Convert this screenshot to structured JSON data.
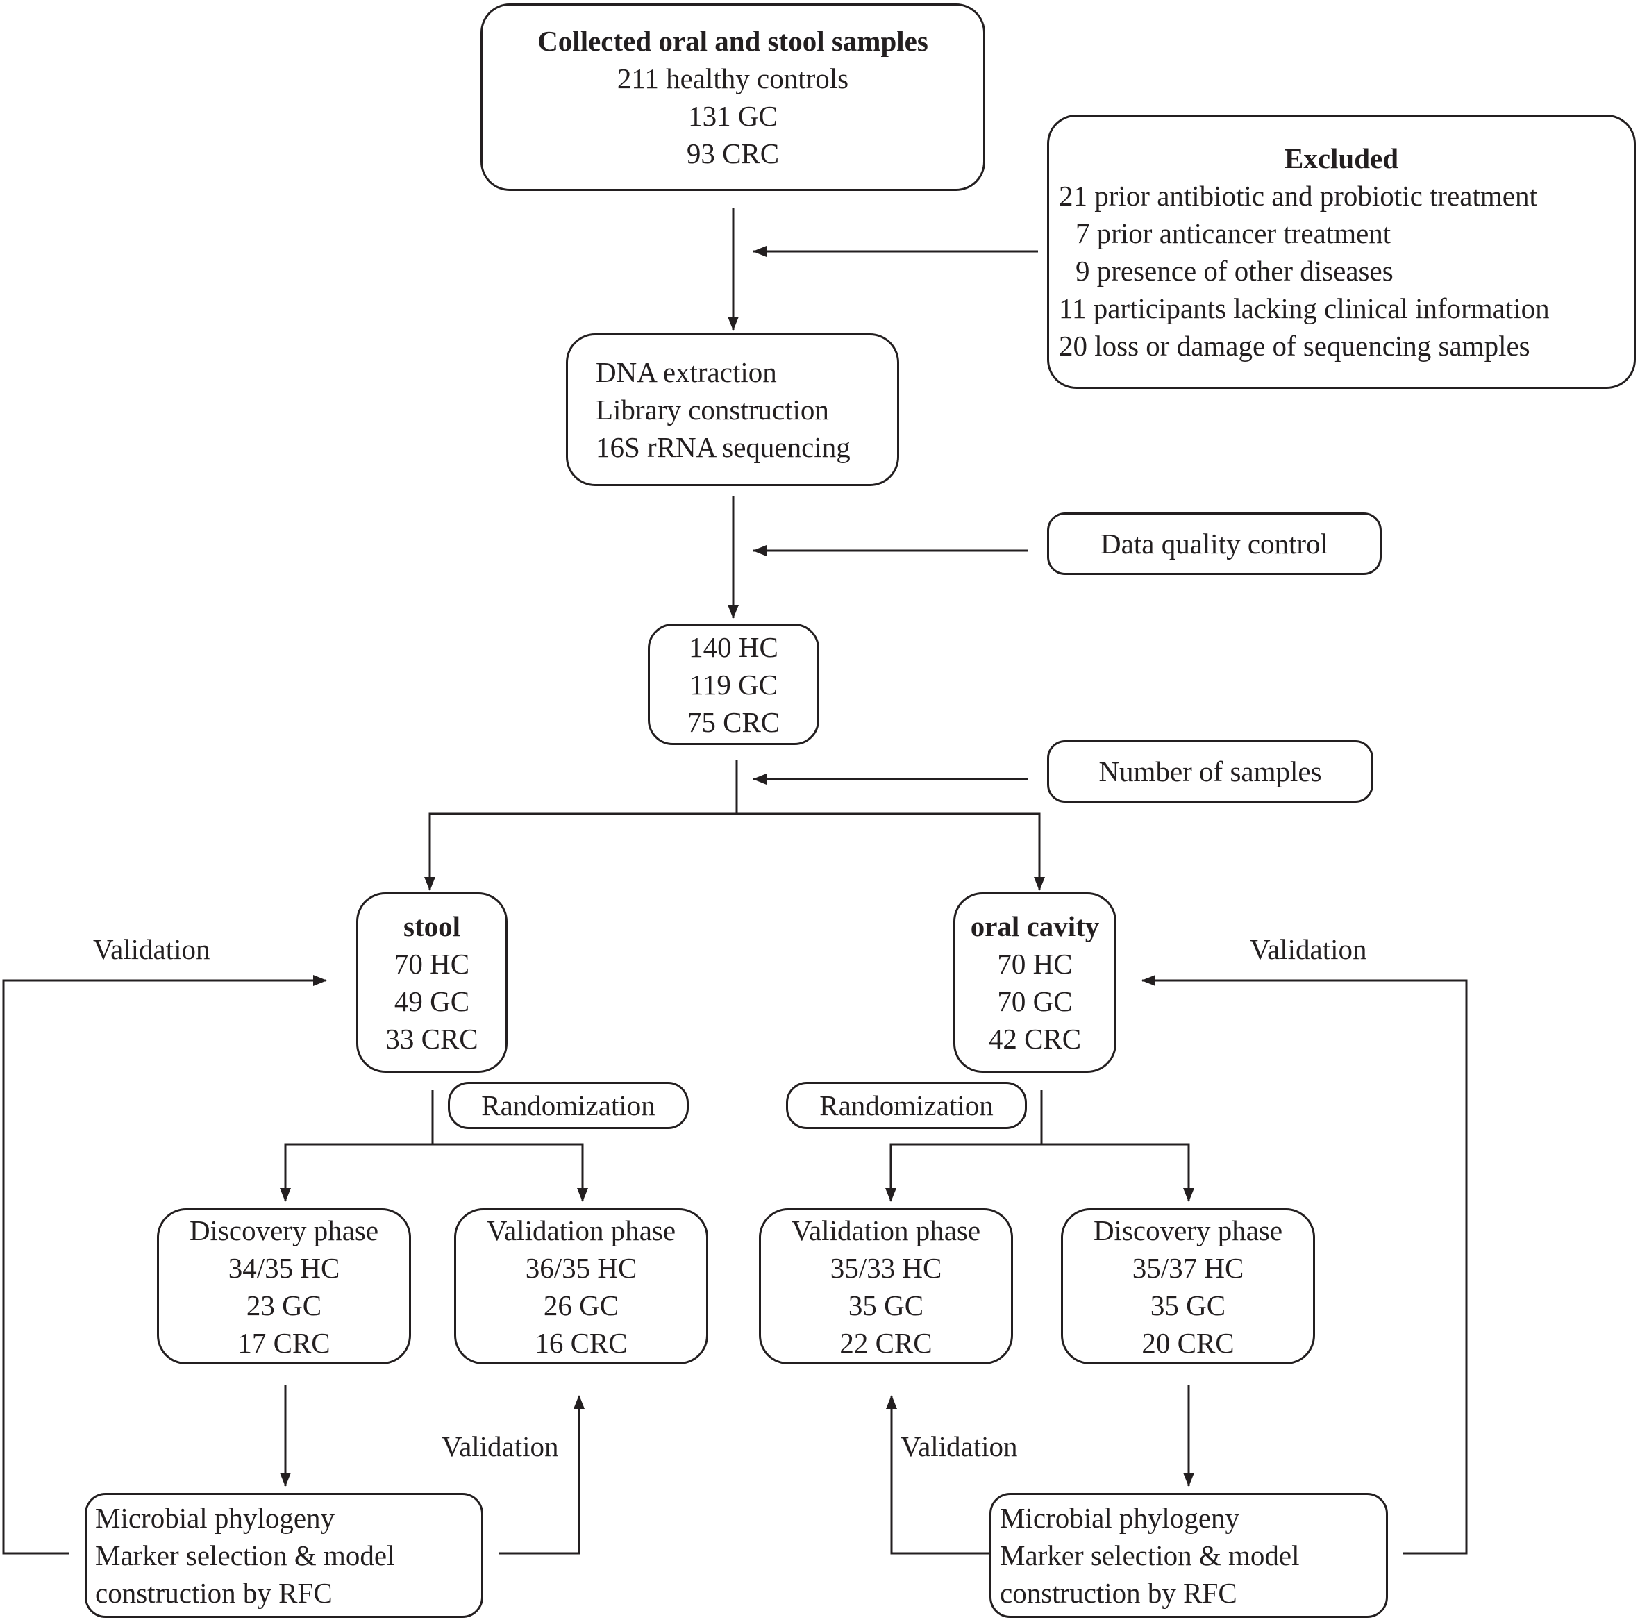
{
  "collected": {
    "title": "Collected oral and stool samples",
    "lines": [
      "211 healthy controls",
      "131 GC",
      "93 CRC"
    ]
  },
  "excluded": {
    "title": "Excluded",
    "lines": [
      "21 prior antibiotic and probiotic treatment",
      "7 prior anticancer treatment",
      "9 presence of other diseases",
      "11 participants lacking clinical information",
      "20 loss or damage of sequencing samples"
    ]
  },
  "processing": {
    "lines": [
      "DNA extraction",
      "Library construction",
      "16S rRNA sequencing"
    ]
  },
  "data_quality_control": "Data quality control",
  "after_qc": {
    "lines": [
      "140 HC",
      "119 GC",
      "75 CRC"
    ]
  },
  "number_of_samples": "Number of samples",
  "stool": {
    "title": "stool",
    "lines": [
      "70 HC",
      "49 GC",
      "33 CRC"
    ]
  },
  "oral_cavity": {
    "title": "oral cavity",
    "lines": [
      "70 HC",
      "70 GC",
      "42 CRC"
    ]
  },
  "randomization": "Randomization",
  "stool_discovery": {
    "title": "Discovery phase",
    "lines": [
      "34/35 HC",
      "23 GC",
      "17 CRC"
    ]
  },
  "stool_validation": {
    "title": "Validation phase",
    "lines": [
      "36/35 HC",
      "26 GC",
      "16 CRC"
    ]
  },
  "oral_validation": {
    "title": "Validation phase",
    "lines": [
      "35/33 HC",
      "35 GC",
      "22 CRC"
    ]
  },
  "oral_discovery": {
    "title": "Discovery phase",
    "lines": [
      "35/37 HC",
      "35 GC",
      "20 CRC"
    ]
  },
  "model": {
    "lines": [
      "Microbial phylogeny",
      "Marker selection & model",
      "construction by RFC"
    ]
  },
  "validation_label": "Validation"
}
